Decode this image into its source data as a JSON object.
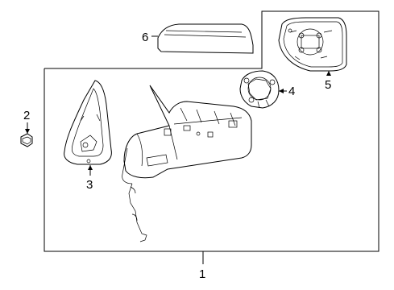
{
  "callouts": [
    {
      "id": "1",
      "label": "1"
    },
    {
      "id": "2",
      "label": "2"
    },
    {
      "id": "3",
      "label": "3"
    },
    {
      "id": "4",
      "label": "4"
    },
    {
      "id": "5",
      "label": "5"
    },
    {
      "id": "6",
      "label": "6"
    }
  ],
  "parts": [
    {
      "callout": "1",
      "icon": "mirror-assembly"
    },
    {
      "callout": "2",
      "icon": "nut"
    },
    {
      "callout": "3",
      "icon": "trim-cover"
    },
    {
      "callout": "4",
      "icon": "motor"
    },
    {
      "callout": "5",
      "icon": "mirror-glass"
    },
    {
      "callout": "6",
      "icon": "mirror-cap"
    }
  ]
}
